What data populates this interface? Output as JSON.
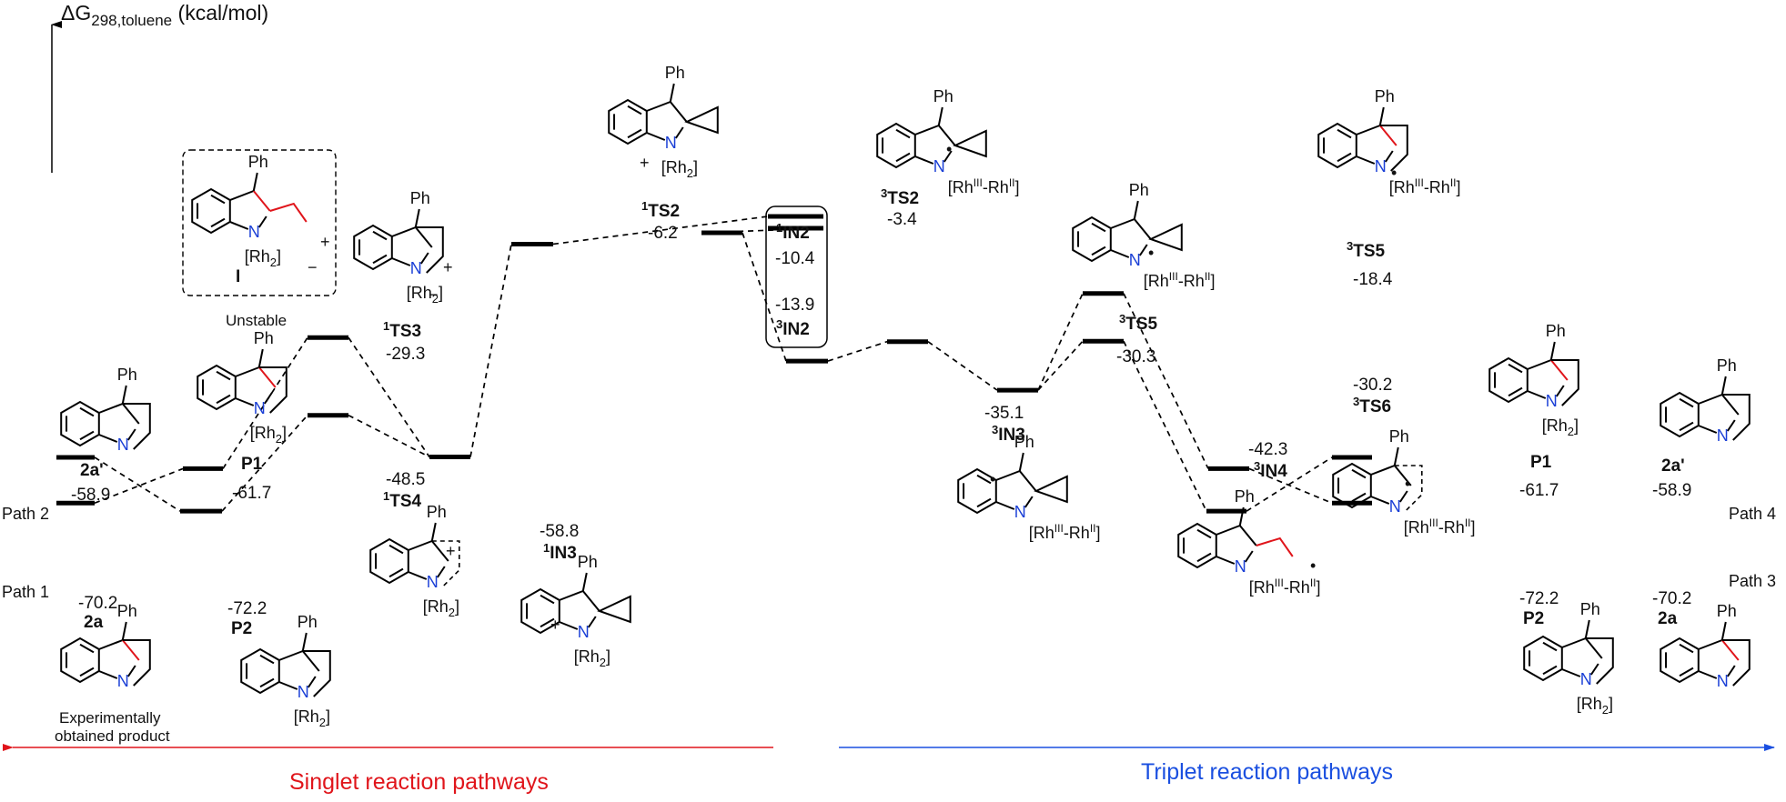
{
  "axis": {
    "label_prefix": "ΔG",
    "label_sub": "298,toluene",
    "label_unit": " (kcal/mol)"
  },
  "sections": {
    "singlet": {
      "label": "Singlet reaction pathways",
      "color": "#e0151b"
    },
    "triplet": {
      "label": "Triplet reaction pathways",
      "color": "#1a4fe0"
    }
  },
  "paths": {
    "path1": "Path 1",
    "path2": "Path 2",
    "path3": "Path 3",
    "path4": "Path 4"
  },
  "levels": [
    {
      "id": "path2-2a-prime",
      "value": -58.9,
      "value_text": "-58.9",
      "label": "2a'"
    },
    {
      "id": "path1-2a",
      "value": -70.2,
      "value_text": "-70.2",
      "label": "2a"
    },
    {
      "id": "p1-left",
      "value": -61.7,
      "value_text": "-61.7",
      "label": "P1"
    },
    {
      "id": "p2-left",
      "value": -72.2,
      "value_text": "-72.2",
      "label": "P2"
    },
    {
      "id": "1ts3",
      "value": -29.3,
      "value_text": "-29.3",
      "label_sup": "1",
      "label": "TS3"
    },
    {
      "id": "1ts4",
      "value": -48.5,
      "value_text": "-48.5",
      "label_sup": "1",
      "label": "TS4"
    },
    {
      "id": "1in3",
      "value": -58.8,
      "value_text": "-58.8",
      "label_sup": "1",
      "label": "IN3"
    },
    {
      "id": "1ts2",
      "value": -6.2,
      "value_text": "-6.2",
      "label_sup": "1",
      "label": "TS2"
    },
    {
      "id": "1in2",
      "value": -10.4,
      "value_text": "-10.4",
      "label_sup": "1",
      "label": "IN2"
    },
    {
      "id": "3in2",
      "value": -13.9,
      "value_text": "-13.9",
      "label_sup": "3",
      "label": "IN2"
    },
    {
      "id": "3ts2",
      "value": -3.4,
      "value_text": "-3.4",
      "label_sup": "3",
      "label": "TS2"
    },
    {
      "id": "3in3",
      "value": -35.1,
      "value_text": "-35.1",
      "label_sup": "3",
      "label": "IN3"
    },
    {
      "id": "3ts5-a",
      "value": -30.3,
      "value_text": "-30.3",
      "label_sup": "3",
      "label": "TS5"
    },
    {
      "id": "3in4",
      "value": -42.3,
      "value_text": "-42.3",
      "label_sup": "3",
      "label": "IN4"
    },
    {
      "id": "3ts5-b",
      "value": -18.4,
      "value_text": "-18.4",
      "label_sup": "3",
      "label": "TS5"
    },
    {
      "id": "3ts6",
      "value": -30.2,
      "value_text": "-30.2",
      "label_sup": "3",
      "label": "TS6"
    },
    {
      "id": "p1-right",
      "value": -61.7,
      "value_text": "-61.7",
      "label": "P1"
    },
    {
      "id": "p2-right",
      "value": -72.2,
      "value_text": "-72.2",
      "label": "P2"
    },
    {
      "id": "path4-2a-prime",
      "value": -58.9,
      "value_text": "-58.9",
      "label": "2a'"
    },
    {
      "id": "path3-2a",
      "value": -70.2,
      "value_text": "-70.2",
      "label": "2a"
    }
  ],
  "annotations": {
    "intermediate_I": "I",
    "unstable": "Unstable",
    "experimental_line1": "Experimentally",
    "experimental_line2": "obtained product"
  },
  "chem": {
    "ph": "Ph",
    "n": "N",
    "plus": "+",
    "minus": "−",
    "rh2": "[Rh",
    "rh2_sub": "2",
    "rh2_close": "]",
    "rh_mixed_open": "[Rh",
    "rh_III": "III",
    "rh_dash": "-Rh",
    "rh_II": "II",
    "rh_mixed_close": "]",
    "radical": "•"
  },
  "colors": {
    "bond": "#000000",
    "new_bond": "#e0151b",
    "nitrogen": "#1a3fd6"
  }
}
